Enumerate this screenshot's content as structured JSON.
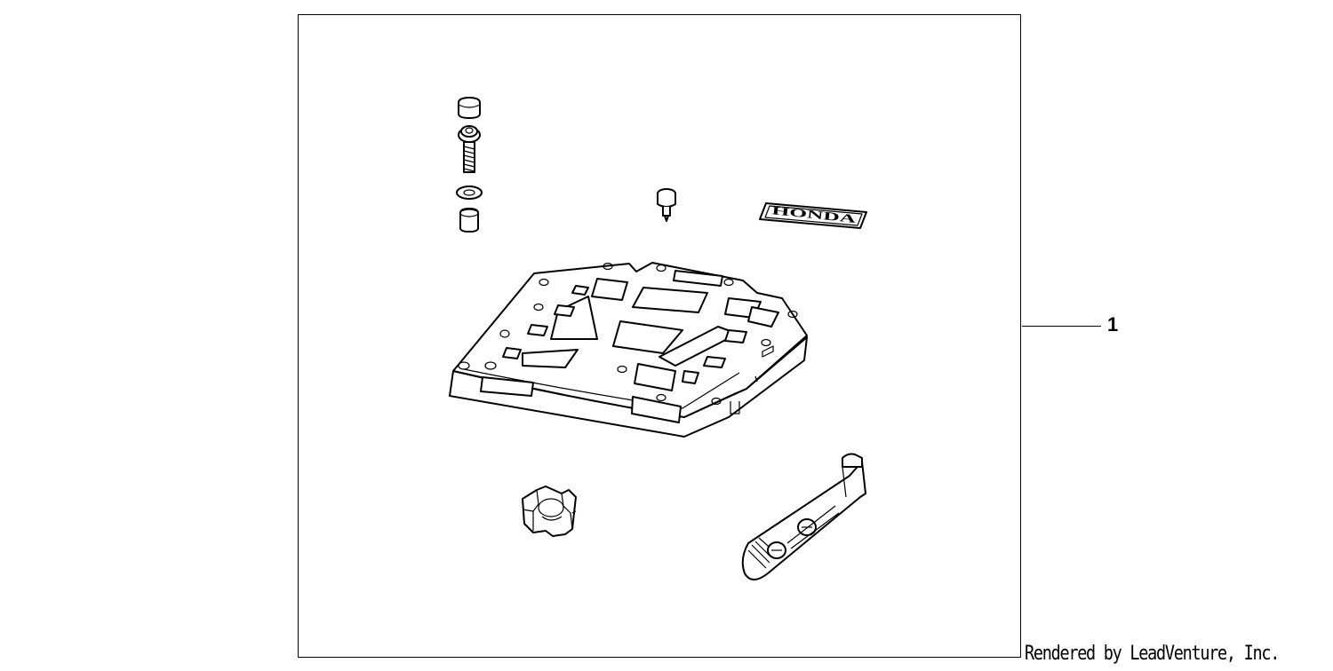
{
  "diagram": {
    "callout_number": "1",
    "credit_text": "Rendered by LeadVenture, Inc.",
    "emblem_text": "HONDA"
  }
}
